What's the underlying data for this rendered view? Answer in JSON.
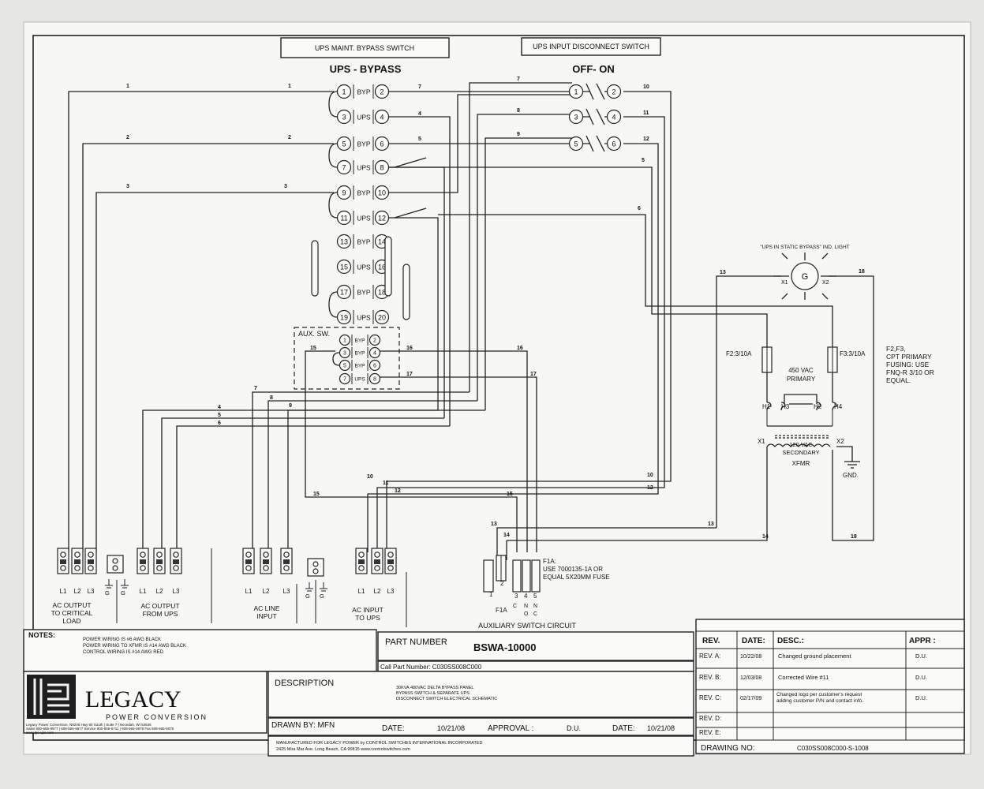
{
  "header": {
    "ups_maint_label": "UPS MAINT. BYPASS SWITCH",
    "ups_input_label": "UPS INPUT DISCONNECT SWITCH",
    "bypass_title": "UPS - BYPASS",
    "offon_title": "OFF- ON"
  },
  "bypass_switch": {
    "rows": [
      {
        "l": "1",
        "t": "BYP",
        "r": "2"
      },
      {
        "l": "3",
        "t": "UPS",
        "r": "4"
      },
      {
        "l": "5",
        "t": "BYP",
        "r": "6"
      },
      {
        "l": "7",
        "t": "UPS",
        "r": "8"
      },
      {
        "l": "9",
        "t": "BYP",
        "r": "10"
      },
      {
        "l": "11",
        "t": "UPS",
        "r": "12"
      },
      {
        "l": "13",
        "t": "BYP",
        "r": "14"
      },
      {
        "l": "15",
        "t": "UPS",
        "r": "16"
      },
      {
        "l": "17",
        "t": "BYP",
        "r": "18"
      },
      {
        "l": "19",
        "t": "UPS",
        "r": "20"
      }
    ],
    "aux_label": "AUX. SW.",
    "aux_rows": [
      {
        "l": "1",
        "t": "BYP",
        "r": "2"
      },
      {
        "l": "3",
        "t": "BYP",
        "r": "4"
      },
      {
        "l": "5",
        "t": "BYP",
        "r": "6"
      },
      {
        "l": "7",
        "t": "UPS",
        "r": "8"
      }
    ]
  },
  "disconnect": {
    "rows": [
      {
        "l": "1",
        "r": "2"
      },
      {
        "l": "3",
        "r": "4"
      },
      {
        "l": "5",
        "r": "6"
      }
    ]
  },
  "wire_numbers": {
    "w1a": "1",
    "w1b": "1",
    "w2a": "2",
    "w2b": "2",
    "w3a": "3",
    "w3b": "3",
    "w7": "7",
    "w4": "4",
    "w5": "5",
    "w8": "8",
    "w9": "9",
    "w6": "6",
    "w10": "10",
    "w11": "11",
    "w12": "12",
    "w13": "13",
    "w14": "14",
    "w15": "15",
    "w16": "16",
    "w17": "17",
    "w18": "18"
  },
  "lamp": {
    "label": "\"UPS IN STATIC BYPASS\" IND. LIGHT",
    "glyph": "G",
    "x1": "X1",
    "x2": "X2"
  },
  "transformer": {
    "f2": "F2:3/10A",
    "f3": "F3:3/10A",
    "primary": [
      "450 VAC",
      "PRIMARY"
    ],
    "h1": "H1",
    "h3": "H3",
    "h2": "H2",
    "h4": "H4",
    "x1": "X1",
    "x2": "X2",
    "secondary": [
      "120 VAC",
      "SECONDARY"
    ],
    "xfmr": "XFMR",
    "gnd": "GND."
  },
  "fuse_note": [
    "F2,F3,",
    "CPT PRIMARY",
    "FUSING: USE",
    "FNQ-R 3/10 OR",
    "EQUAL."
  ],
  "terminal_groups": [
    {
      "labels": [
        "L1",
        "L2",
        "L3"
      ],
      "caption": [
        "AC OUTPUT",
        "TO CRITICAL",
        "LOAD"
      ]
    },
    {
      "labels": [
        "L1",
        "L2",
        "L3"
      ],
      "caption": [
        "AC OUTPUT",
        "FROM UPS"
      ]
    },
    {
      "labels": [
        "L1",
        "L2",
        "L3"
      ],
      "caption": [
        "AC LINE",
        "INPUT"
      ]
    },
    {
      "labels": [
        "L1",
        "L2",
        "L3"
      ],
      "caption": [
        "AC INPUT",
        "TO UPS"
      ]
    }
  ],
  "ground_label": "G",
  "aux_circuit": {
    "f1a_note": [
      "F1A:",
      "USE 7000135-1A OR",
      "EQUAL 5X20MM FUSE"
    ],
    "numbers": [
      "1",
      "2",
      "3",
      "4",
      "5"
    ],
    "sub": [
      "F1A",
      "C",
      "N",
      "N",
      "O",
      "C"
    ],
    "title": "AUXILIARY SWITCH CIRCUIT"
  },
  "title_block": {
    "notes_label": "NOTES:",
    "notes": [
      "POWER WIRING IS #6 AWG BLACK",
      "POWER WIRING TO XFMR IS #14 AWG BLACK",
      "CONTROL WIRING IS #14 AWG RED"
    ],
    "part_number_label": "PART NUMBER",
    "part_number": "BSWA-10000",
    "call_part": "Call Part Number: C030SS008C000",
    "logo": "LEGACY",
    "logo_sub": "POWER CONVERSION",
    "company_lines": [
      "Legacy Power Conversion, N9246 Hwy 80 South | Suite 7 | Necedah, WI 54646",
      "Sales 800-665-9877 | 608-565-9877 Service 800-859-5711 | 608-565-5879 Fax 608-565-5879",
      "www.lpc-ups.com"
    ],
    "description_label": "DESCRIPTION",
    "description": [
      "30KVA 480VAC DELTA BYPASS PANEL",
      "BYPASS SWITCH & SEPARATE UPS",
      "DISCONNECT SWITCH ELECTRICAL SCHEMATIC"
    ],
    "drawn_by": "DRAWN BY: MFN",
    "date_label": "DATE:",
    "date1": "10/21/08",
    "approval_label": "APPROVAL :",
    "approval": "D.U.",
    "date2_label": "DATE:",
    "date2": "10/21/08",
    "manufactured": [
      "MANUFACTURED FOR LEGACY POWER by CONTROL SWITCHES INTERNATIONAL INCORPORATED",
      "2425 Mira Mar Ave. Long Beach, CA 90815      www.controlswitches.com"
    ],
    "rev_header": {
      "rev": "REV.",
      "date": "DATE:",
      "desc": "DESC.:",
      "appr": "APPR :"
    },
    "revisions": [
      {
        "rev": "REV. A:",
        "date": "10/22/08",
        "desc": "Changed ground placement",
        "appr": "D.U."
      },
      {
        "rev": "REV. B:",
        "date": "12/03/08",
        "desc": "Corrected Wire #11",
        "appr": "D.U."
      },
      {
        "rev": "REV. C:",
        "date": "02/17/09",
        "desc": "Changed logo per customer's request adding customer P/N and contact info.",
        "appr": "D.U."
      },
      {
        "rev": "REV. D:",
        "date": "",
        "desc": "",
        "appr": ""
      },
      {
        "rev": "REV. E:",
        "date": "",
        "desc": "",
        "appr": ""
      }
    ],
    "drawing_no_label": "DRAWING NO:",
    "drawing_no": "C030SS008C000-S-1008"
  }
}
